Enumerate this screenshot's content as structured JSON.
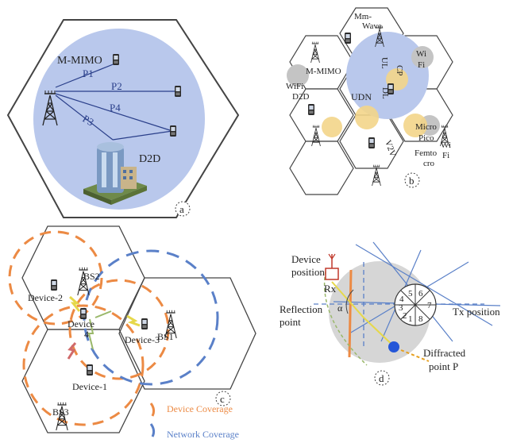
{
  "panel_a": {
    "tag": "a",
    "mimo": "M-MIMO",
    "paths": [
      "P1",
      "P2",
      "P3",
      "P4"
    ],
    "d2d": "D2D"
  },
  "panel_b": {
    "tag": "b",
    "mmwave_1": "Mm-",
    "mmwave_2": "Wave",
    "wifi_left": "WiFi",
    "mimo": "M-MIMO",
    "wifi_right_1": "Wi",
    "wifi_right_2": "Fi",
    "d2d": "D2D",
    "udn": "UDN",
    "ul": "UL",
    "dl": "DL",
    "cp": "CP",
    "micro": "Micro",
    "pico": "Pico",
    "femto_1": "Femto",
    "femto_2": "cro",
    "wifi_br_1": "Wi",
    "wifi_br_2": "Fi",
    "v2v": "V2V"
  },
  "panel_c": {
    "tag": "c",
    "bs2": "BS2",
    "device2": "Device-2",
    "device": "Device",
    "device_num": "4",
    "device3": "Device-3",
    "bs1": "BS1",
    "device1": "Device-1",
    "bs3": "BS3",
    "legend_device": "Device Coverage",
    "legend_network": "Network Coverage"
  },
  "panel_d": {
    "tag": "d",
    "device_position_1": "Device",
    "device_position_2": "position",
    "rx": "Rx",
    "reflection_1": "Reflection",
    "reflection_2": "point",
    "alpha": "α",
    "tx_position": "Tx position",
    "diffracted_1": "Diffracted",
    "diffracted_2": "point P",
    "sectors": [
      "1",
      "2",
      "3",
      "4",
      "5",
      "6",
      "7",
      "8"
    ]
  },
  "colors": {
    "coverage_blue": "#b9c8ec",
    "wifi_gray": "#bdbdbd",
    "small_cell_yellow": "#f3d58a",
    "device_orange": "#ec8a44",
    "network_blue": "#5a80c8",
    "diffraction_dot": "#2456d8"
  }
}
